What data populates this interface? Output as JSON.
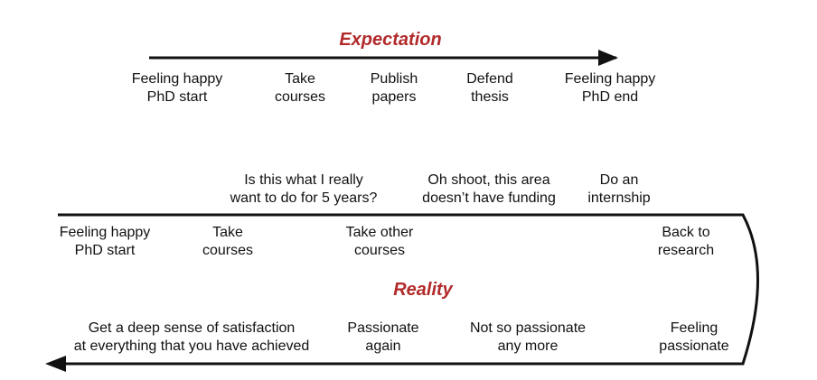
{
  "colors": {
    "title": "#b22a2a",
    "line": "#111111"
  },
  "expectation": {
    "title": "Expectation",
    "steps": [
      {
        "line1": "Feeling happy",
        "line2": "PhD start"
      },
      {
        "line1": "Take",
        "line2": "courses"
      },
      {
        "line1": "Publish",
        "line2": "papers"
      },
      {
        "line1": "Defend",
        "line2": "thesis"
      },
      {
        "line1": "Feeling happy",
        "line2": "PhD end"
      }
    ]
  },
  "reality": {
    "title": "Reality",
    "above_line": [
      {
        "line1": "Is this what I really",
        "line2": "want to do for 5 years?"
      },
      {
        "line1": "Oh shoot, this area",
        "line2": "doesn’t have funding"
      },
      {
        "line1": "Do an",
        "line2": "internship"
      }
    ],
    "upper_track": [
      {
        "line1": "Feeling happy",
        "line2": "PhD start"
      },
      {
        "line1": "Take",
        "line2": "courses"
      },
      {
        "line1": "Take other",
        "line2": "courses"
      },
      {
        "line1": "Back to",
        "line2": "research"
      }
    ],
    "lower_track": [
      {
        "line1": "Get a deep sense of satisfaction",
        "line2": "at everything that you have achieved"
      },
      {
        "line1": "Passionate",
        "line2": "again"
      },
      {
        "line1": "Not so passionate",
        "line2": "any more"
      },
      {
        "line1": "Feeling",
        "line2": "passionate"
      }
    ]
  }
}
